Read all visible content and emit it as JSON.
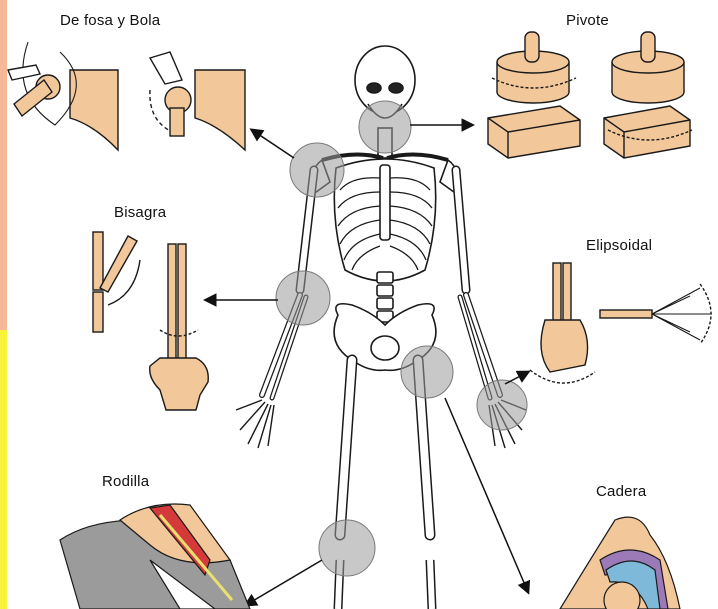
{
  "labels": {
    "ball_socket": "De fosa y Bola",
    "pivot": "Pivote",
    "hinge": "Bisagra",
    "ellipsoidal": "Elipsoidal",
    "knee": "Rodilla",
    "hip": "Cadera"
  },
  "colors": {
    "skin": "#f2c79a",
    "skin_dark": "#d9a271",
    "bone_outline": "#1a1a1a",
    "joint_circle": "#9a9a9a",
    "strip_top": "#f6b896",
    "strip_bottom": "#f7f23a",
    "arrow": "#111111",
    "knee_gray": "#9b9b9b",
    "knee_muscle": "#d43a3a",
    "hip_purple": "#9c7ab8",
    "hip_blue": "#7fb9d9"
  }
}
